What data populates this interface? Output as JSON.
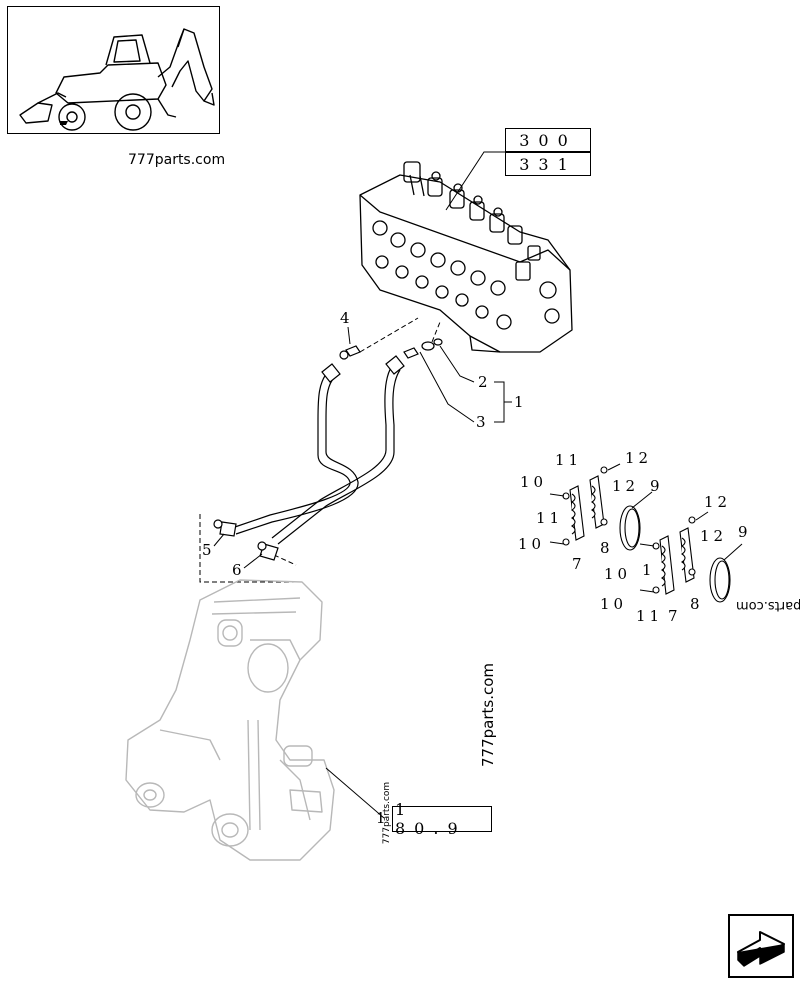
{
  "thumbnail": {
    "icon": "backhoe-loader-icon"
  },
  "refs": {
    "valve_ref_1": "300",
    "valve_ref_2": "331",
    "bracket_ref": "1 80.9"
  },
  "callouts": {
    "c4": "4",
    "c2": "2",
    "c1": "1",
    "c3": "3",
    "c5": "5",
    "c6": "6",
    "k11a": "11",
    "k12a": "12",
    "k10a": "10",
    "k12b": "12",
    "k9a": "9",
    "k11b": "11",
    "k8a": "8",
    "k10b": "10",
    "k7a": "7",
    "k12c": "12",
    "k10c": "10",
    "k12d": "12",
    "k9b": "9",
    "k1a": "1",
    "k8b": "8",
    "k10d": "10",
    "k11c": "11",
    "k7b": "7"
  },
  "watermarks": {
    "w1": "777parts.com",
    "w2": "777parts.com",
    "w3": "777parts.com",
    "w4": "parts.com"
  },
  "nav": {
    "icon": "next-page-arrow-icon"
  }
}
